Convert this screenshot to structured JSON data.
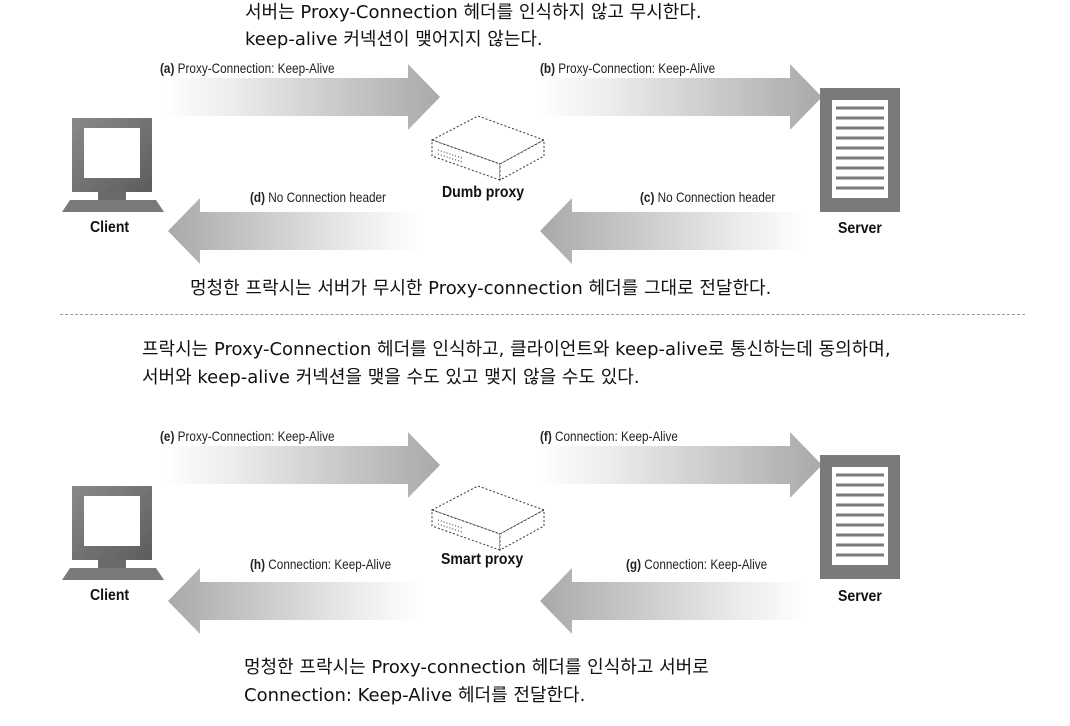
{
  "top": {
    "note_line1": "서버는 Proxy-Connection 헤더를 인식하지 않고 무시한다.",
    "note_line2": "keep-alive 커넥션이 맺어지지 않는다.",
    "arrow_a": {
      "id": "(a)",
      "text": "Proxy-Connection: Keep-Alive"
    },
    "arrow_b": {
      "id": "(b)",
      "text": "Proxy-Connection: Keep-Alive"
    },
    "arrow_c": {
      "id": "(c)",
      "text": "No Connection header"
    },
    "arrow_d": {
      "id": "(d)",
      "text": "No Connection header"
    },
    "client_label": "Client",
    "server_label": "Server",
    "proxy_label": "Dumb proxy",
    "bottom_note": "멍청한 프락시는 서버가 무시한 Proxy-connection 헤더를 그대로 전달한다."
  },
  "bottom": {
    "note_line1": "프락시는 Proxy-Connection 헤더를 인식하고, 클라이언트와 keep-alive로 통신하는데 동의하며,",
    "note_line2": "서버와 keep-alive 커넥션을 맺을 수도 있고 맺지 않을 수도 있다.",
    "arrow_e": {
      "id": "(e)",
      "text": "Proxy-Connection: Keep-Alive"
    },
    "arrow_f": {
      "id": "(f)",
      "text": "Connection: Keep-Alive"
    },
    "arrow_g": {
      "id": "(g)",
      "text": "Connection: Keep-Alive"
    },
    "arrow_h": {
      "id": "(h)",
      "text": "Connection: Keep-Alive"
    },
    "client_label": "Client",
    "server_label": "Server",
    "proxy_label": "Smart proxy",
    "footer_line1": "멍청한 프락시는 Proxy-connection 헤더를 인식하고 서버로",
    "footer_line2": "Connection: Keep-Alive 헤더를 전달한다."
  }
}
